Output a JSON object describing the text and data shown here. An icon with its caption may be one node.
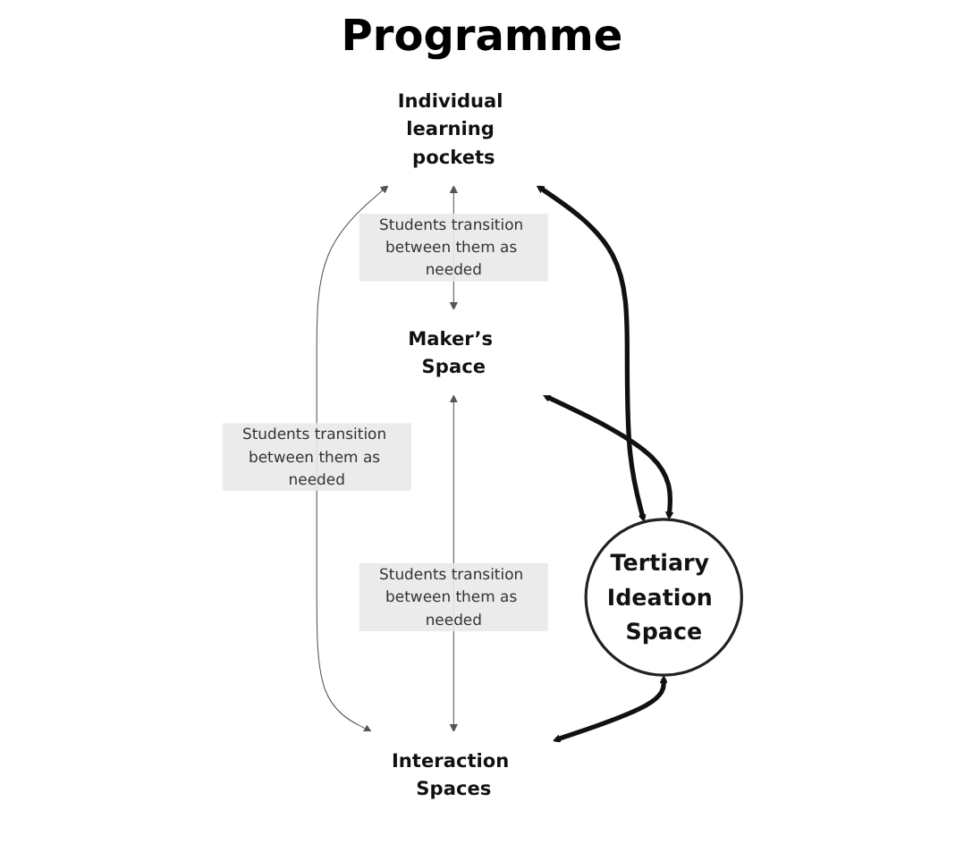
{
  "diagram": {
    "title": "Programme",
    "nodes": [
      {
        "text": [
          "Individual learning pockets"
        ]
      },
      {
        "text": [
          "Maker’s Space"
        ]
      },
      {
        "text": [
          "Tertiary Ideation Space"
        ]
      },
      {
        "text": [
          "Interaction Spaces"
        ]
      }
    ],
    "edges": [
      {
        "from": 0,
        "to": 1,
        "arrow": "both",
        "label": "Students transition between them as needed"
      },
      {
        "from": 0,
        "to": 2,
        "arrow": "both",
        "style": "thick"
      },
      {
        "from": 1,
        "to": 2,
        "arrow": "both",
        "style": "thick"
      },
      {
        "from": 0,
        "to": 3,
        "arrow": "both",
        "label": "Students transition between them as needed"
      },
      {
        "from": 1,
        "to": 3,
        "arrow": "both",
        "label": "Students transition between them as needed"
      },
      {
        "from": 2,
        "to": 3,
        "arrow": "both",
        "style": "thick"
      }
    ]
  }
}
